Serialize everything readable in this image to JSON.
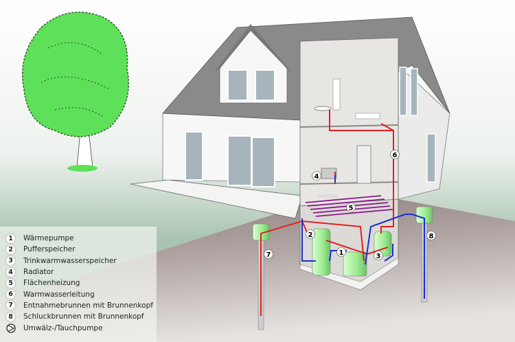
{
  "legend": {
    "items": [
      {
        "num": "1",
        "label": "Wärmepumpe"
      },
      {
        "num": "2",
        "label": "Pufferspeicher"
      },
      {
        "num": "3",
        "label": "Trinkwarmwasserspeicher"
      },
      {
        "num": "4",
        "label": "Radiator"
      },
      {
        "num": "5",
        "label": "Flächenheizung"
      },
      {
        "num": "6",
        "label": "Warmwasserleitung"
      },
      {
        "num": "7",
        "label": "Entnahmebrunnen mit Brunnenkopf"
      },
      {
        "num": "8",
        "label": "Schluckbrunnen mit Brunnenkopf"
      }
    ],
    "pump_label": "Umwälz-/Tauchpumpe",
    "pump_icon": "circulation-pump-icon"
  },
  "markers": [
    "1",
    "2",
    "3",
    "4",
    "5",
    "6",
    "7",
    "8"
  ],
  "colors": {
    "hot_pipe": "#e02020",
    "cold_pipe": "#1a2ed0",
    "equipment": "#a8f0a0",
    "roof": "#8a8a8a",
    "tree": "#5fe05a"
  }
}
